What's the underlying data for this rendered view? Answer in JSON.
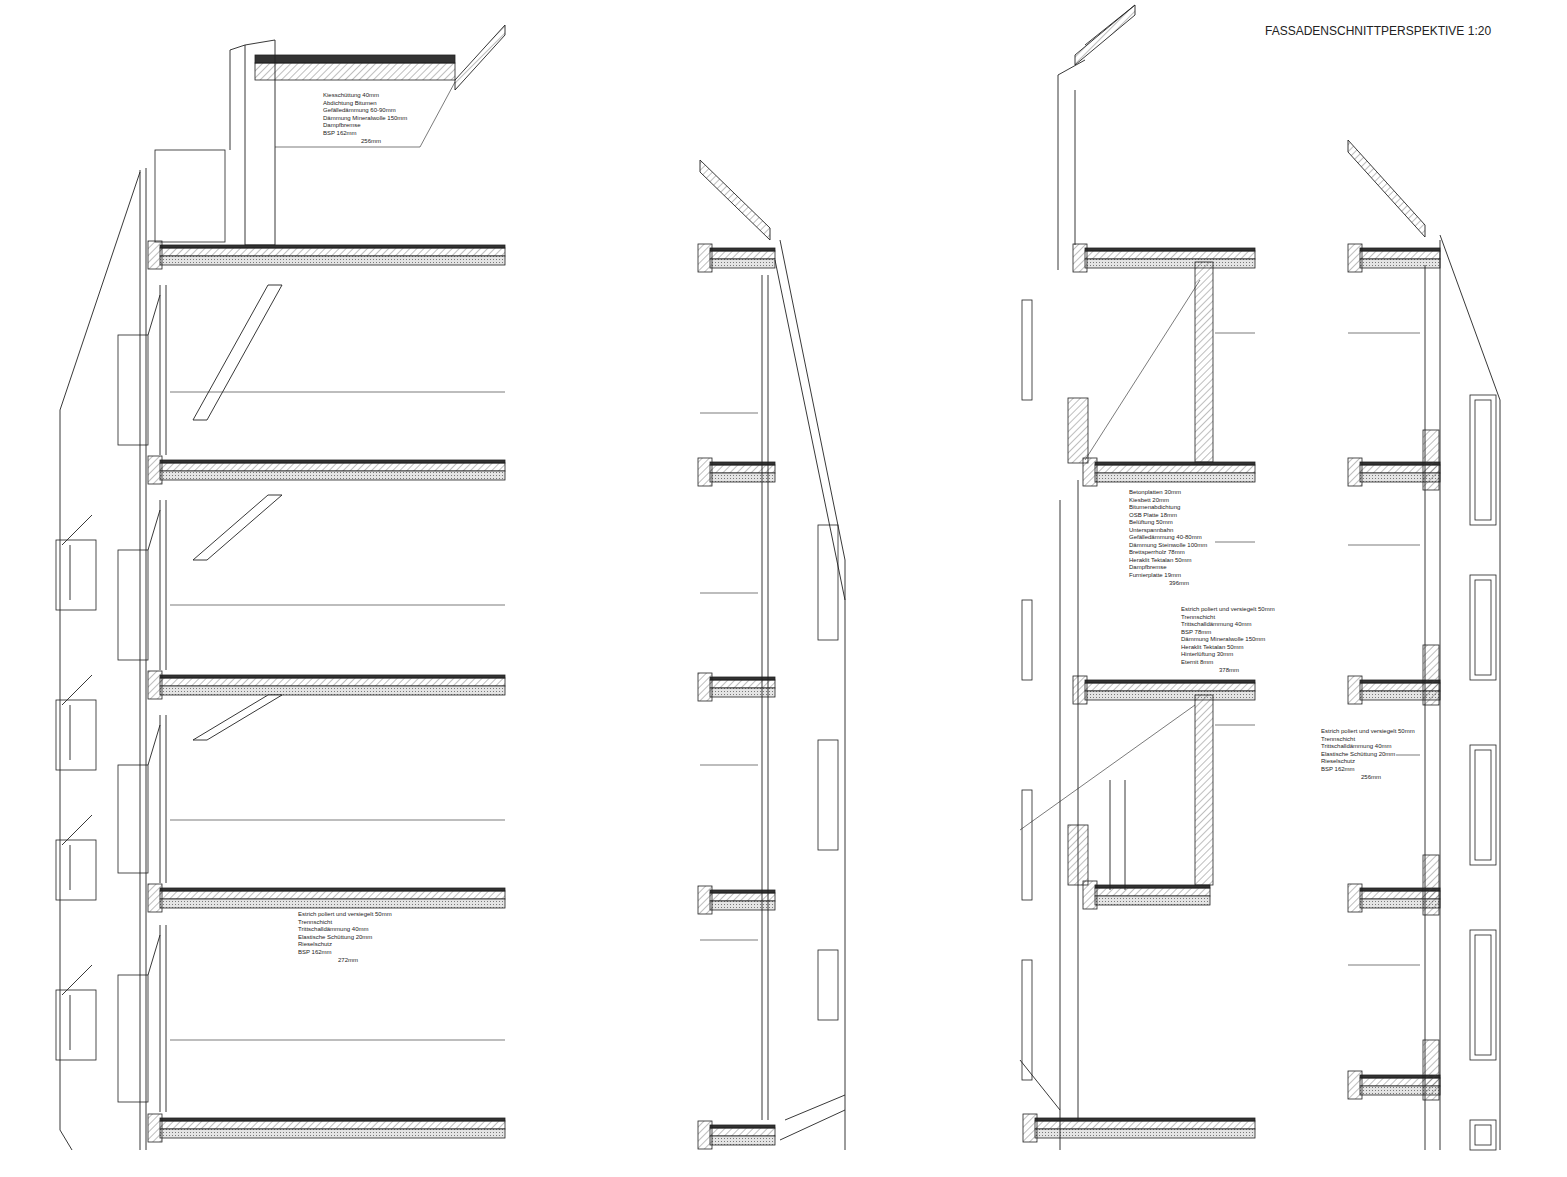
{
  "diagram": {
    "title": "FASSADENSCHNITTPERSPEKTIVE 1:20",
    "labels": [
      "Kiesschüttung 40mm",
      "Abdichtung Bitumen",
      "Gefälledämmung 60-90mm",
      "Dämmung Mineralwolle 150mm",
      "Dampfbremse",
      "BSP 162mm",
      "256mm",
      "Estrich poliert und versiegelt 50mm",
      "Trennschicht",
      "Trittschalldämmung 40mm",
      "Elastische Schüttung 20mm",
      "Rieselschutz",
      "BSP 162mm",
      "272mm",
      "Betonplatten 30mm",
      "Kiesbett 20mm",
      "Bitumenabdichtung",
      "OSB Platte 18mm",
      "Belüftung 50mm",
      "Unterspannbahn",
      "Gefälledämmung 40-80mm",
      "Dämmung Steinwolle 100mm",
      "Brettsperrholz 78mm",
      "Heraklit Tektalan 50mm",
      "Dampfbremse",
      "Furnierplatte 19mm",
      "396mm",
      "Estrich poliert und versiegelt 50mm",
      "Trennschicht",
      "Trittschalldämmung 40mm",
      "BSP 78mm",
      "Dämmung Mineralwolle 150mm",
      "Heraklit Tektalan 50mm",
      "Hinterlüftung 30mm",
      "Eternit 8mm",
      "378mm",
      "Estrich poliert und versiegelt 50mm",
      "Trennschicht",
      "Trittschalldämmung 40mm",
      "Elastische Schüttung 20mm",
      "Rieselschutz",
      "BSP 162mm",
      "256mm"
    ]
  }
}
